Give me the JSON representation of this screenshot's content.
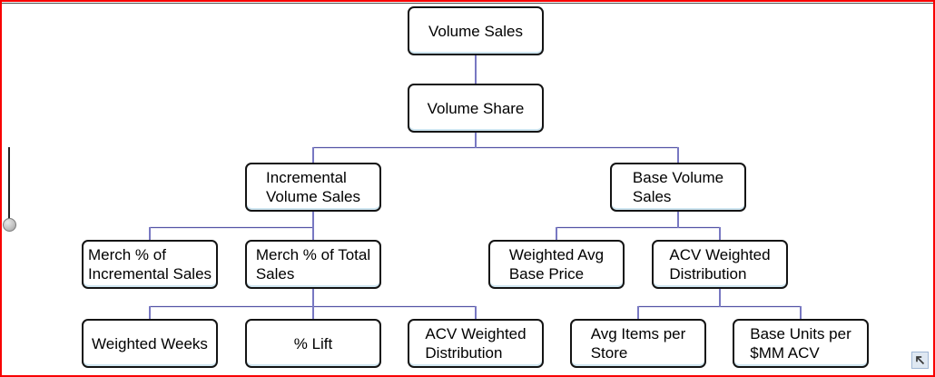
{
  "screen": {
    "border_color": "#f80000",
    "background_color": "#ffffff"
  },
  "diagram": {
    "type": "tree",
    "connector_color": "#5b5bb0",
    "node_border_color": "#141414",
    "node_fill_color": "#ffffff",
    "text_color": "#000000",
    "nodes": [
      {
        "id": "volume-sales",
        "label": "Volume Sales",
        "parent": null
      },
      {
        "id": "volume-share",
        "label": "Volume Share",
        "parent": "volume-sales"
      },
      {
        "id": "incremental-volume-sales",
        "label": "Incremental\nVolume Sales",
        "parent": "volume-share"
      },
      {
        "id": "base-volume-sales",
        "label": "Base Volume\nSales",
        "parent": "volume-share"
      },
      {
        "id": "merch-pct-of-incremental-sales",
        "label": "Merch % of\nIncremental Sales",
        "parent": "incremental-volume-sales"
      },
      {
        "id": "merch-pct-of-total-sales",
        "label": "Merch % of Total\nSales",
        "parent": "incremental-volume-sales"
      },
      {
        "id": "weighted-avg-base-price",
        "label": "Weighted Avg\nBase Price",
        "parent": "base-volume-sales"
      },
      {
        "id": "acv-weighted-distribution",
        "label": "ACV Weighted\nDistribution",
        "parent": "base-volume-sales"
      },
      {
        "id": "weighted-weeks",
        "label": "Weighted Weeks",
        "parent": "merch-pct-of-total-sales"
      },
      {
        "id": "pct-lift",
        "label": "% Lift",
        "parent": "merch-pct-of-total-sales"
      },
      {
        "id": "acv-weighted-distribution-2",
        "label": "ACV Weighted\nDistribution",
        "parent": "merch-pct-of-total-sales"
      },
      {
        "id": "avg-items-per-store",
        "label": "Avg Items per\nStore",
        "parent": "acv-weighted-distribution"
      },
      {
        "id": "base-units-per-mm-acv",
        "label": "Base Units per\n$MM ACV",
        "parent": "acv-weighted-distribution"
      }
    ]
  },
  "controls": {
    "slider": {
      "orientation": "vertical",
      "handle_position": "bottom"
    },
    "corner_button": {
      "icon": "arrow-up-left-icon"
    }
  }
}
